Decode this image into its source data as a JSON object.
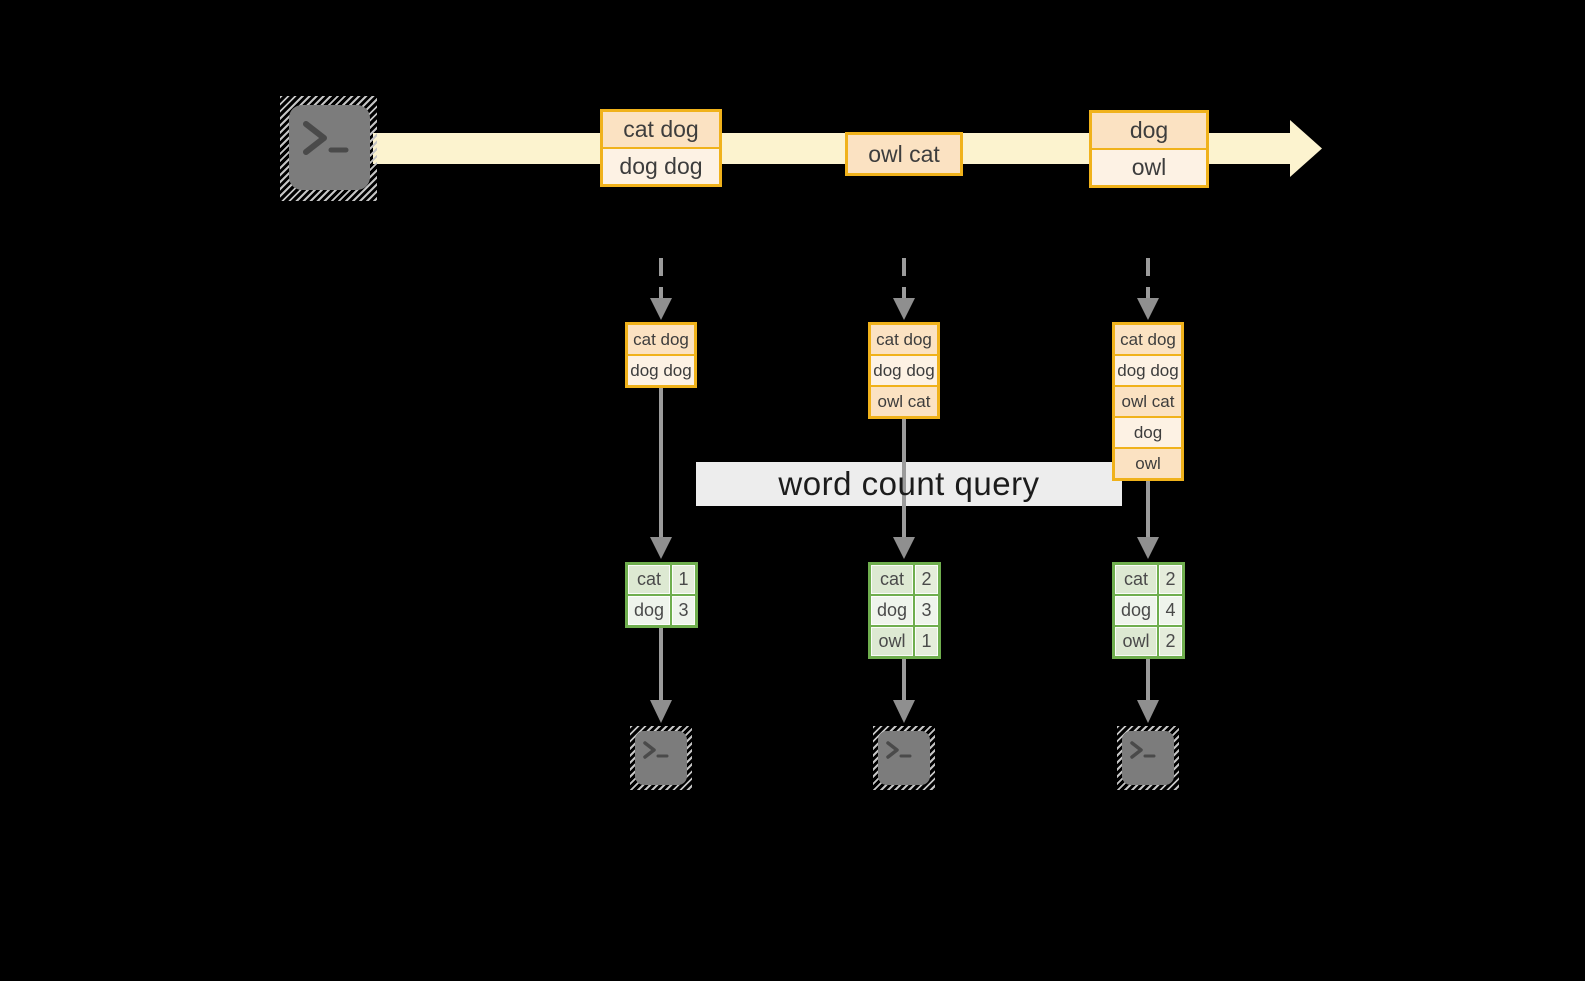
{
  "palette": {
    "background": "#000000",
    "stream_band": "#FCF3CF",
    "orange_border": "#F0B21B",
    "peach_fill": "#FBE2C2",
    "cream_fill": "#FDF2E4",
    "green_border": "#6FAE4E",
    "green_cell_dark": "#DDE9D2",
    "green_cell_light": "#EFF4EC",
    "arrow_gray": "#9B9B9B",
    "terminal_gray": "#7C7C7C",
    "text_dark": "#3D3D3D",
    "banner_text": "#1C1C1C"
  },
  "icons": {
    "terminal": "terminal-prompt (>_)"
  },
  "query": {
    "label": "word count query"
  },
  "stream": {
    "events": [
      {
        "rows": [
          {
            "text": "cat dog",
            "tone": "peach"
          },
          {
            "text": "dog dog",
            "tone": "cream"
          }
        ]
      },
      {
        "rows": [
          {
            "text": "owl cat",
            "tone": "peach"
          }
        ]
      },
      {
        "rows": [
          {
            "text": "dog",
            "tone": "peach"
          },
          {
            "text": "owl",
            "tone": "cream"
          }
        ]
      }
    ]
  },
  "columns": [
    {
      "state_rows": [
        "cat dog",
        "dog dog"
      ],
      "counts": [
        {
          "word": "cat",
          "count": "1"
        },
        {
          "word": "dog",
          "count": "3"
        }
      ]
    },
    {
      "state_rows": [
        "cat dog",
        "dog dog",
        "owl cat"
      ],
      "counts": [
        {
          "word": "cat",
          "count": "2"
        },
        {
          "word": "dog",
          "count": "3"
        },
        {
          "word": "owl",
          "count": "1"
        }
      ]
    },
    {
      "state_rows": [
        "cat dog",
        "dog dog",
        "owl cat",
        "dog",
        "owl"
      ],
      "counts": [
        {
          "word": "cat",
          "count": "2"
        },
        {
          "word": "dog",
          "count": "4"
        },
        {
          "word": "owl",
          "count": "2"
        }
      ]
    }
  ]
}
